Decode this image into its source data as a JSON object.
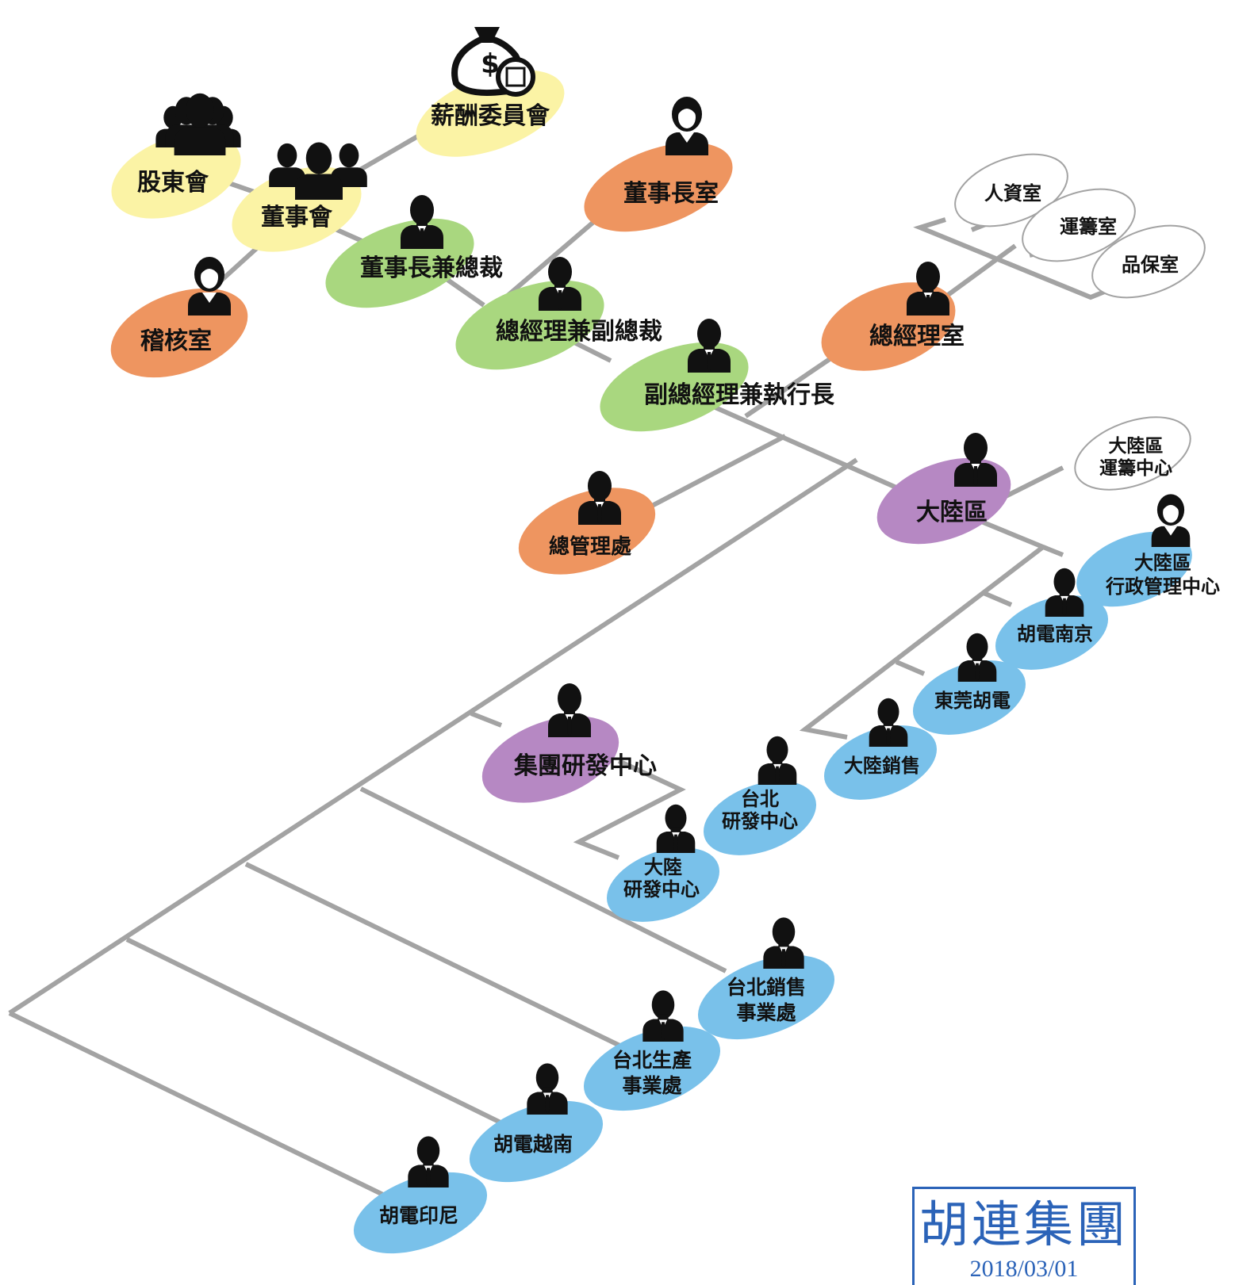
{
  "colors": {
    "yellow": "#fbf3a5",
    "orange": "#ee9560",
    "green": "#a9d77f",
    "purple": "#b688c3",
    "blue": "#79c1ea",
    "white": "#ffffff",
    "line": "#a3a3a3",
    "stamp": "#2b63b8"
  },
  "nodes": {
    "compensation": {
      "label": "薪酬委員會",
      "icon": "money-bag-icon"
    },
    "shareholders": {
      "label": "股東會",
      "icon": "group-icon"
    },
    "board": {
      "label": "董事會",
      "icon": "group-icon"
    },
    "audit": {
      "label": "稽核室",
      "icon": "woman-icon"
    },
    "chairman_ceo": {
      "label": "董事長兼總裁",
      "icon": "man-icon"
    },
    "chairman_office": {
      "label": "董事長室",
      "icon": "woman-icon"
    },
    "gm_vp": {
      "label": "總經理兼副總裁",
      "icon": "man-icon"
    },
    "deputy_gm_ceo": {
      "label": "副總經理兼執行長",
      "icon": "man-icon"
    },
    "gm_office": {
      "label": "總經理室",
      "icon": "man-icon"
    },
    "hr": {
      "label": "人資室",
      "icon": ""
    },
    "logistics_office": {
      "label": "運籌室",
      "icon": ""
    },
    "qa": {
      "label": "品保室",
      "icon": ""
    },
    "general_admin": {
      "label": "總管理處",
      "icon": "man-icon"
    },
    "mainland": {
      "label": "大陸區",
      "icon": "man-icon"
    },
    "mainland_logistics": {
      "label1": "大陸區",
      "label2": "運籌中心",
      "icon": ""
    },
    "mainland_admin": {
      "label1": "大陸區",
      "label2": "行政管理中心",
      "icon": "woman-icon"
    },
    "nanjing": {
      "label": "胡電南京",
      "icon": "man-icon"
    },
    "dongguan": {
      "label": "東莞胡電",
      "icon": "man-icon"
    },
    "mainland_sales": {
      "label": "大陸銷售",
      "icon": "man-icon"
    },
    "group_rd": {
      "label": "集團研發中心",
      "icon": "man-icon"
    },
    "taipei_rd": {
      "label1": "台北",
      "label2": "研發中心",
      "icon": "man-icon"
    },
    "mainland_rd": {
      "label1": "大陸",
      "label2": "研發中心",
      "icon": "man-icon"
    },
    "taipei_sales": {
      "label1": "台北銷售",
      "label2": "事業處",
      "icon": "man-icon"
    },
    "taipei_prod": {
      "label1": "台北生產",
      "label2": "事業處",
      "icon": "man-icon"
    },
    "vietnam": {
      "label": "胡電越南",
      "icon": "man-icon"
    },
    "indonesia": {
      "label": "胡電印尼",
      "icon": "man-icon"
    }
  },
  "stamp": {
    "name": "胡連集團",
    "date": "2018/03/01"
  }
}
